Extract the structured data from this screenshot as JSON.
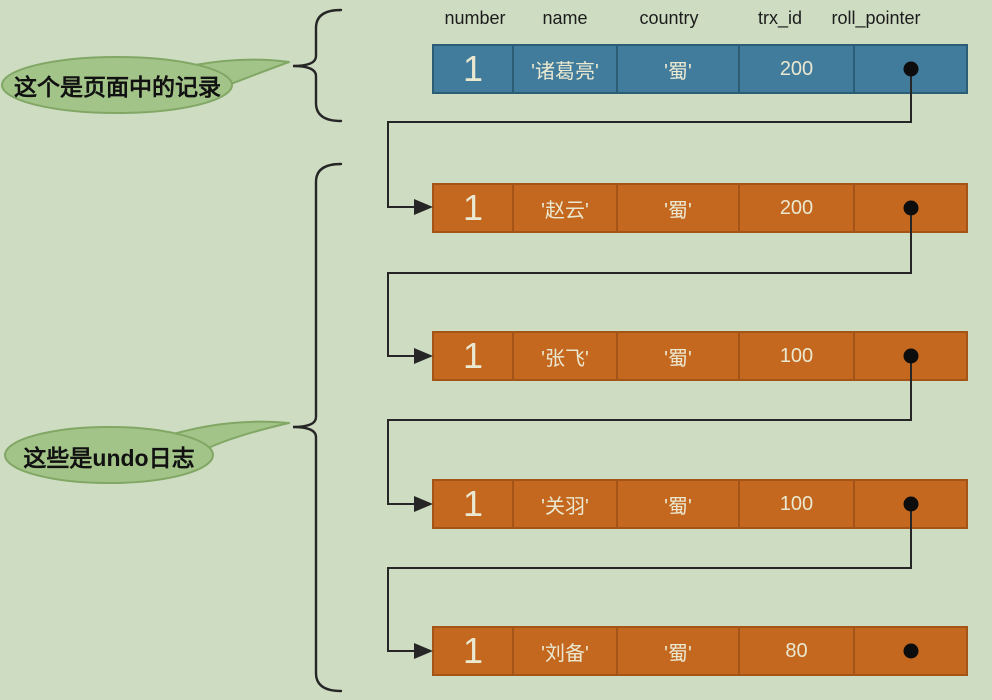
{
  "diagram": {
    "title_semantics": "MySQL record version chain with undo logs",
    "headers": [
      "number",
      "name",
      "country",
      "trx_id",
      "roll_pointer"
    ],
    "page_record": {
      "number": "1",
      "name": "'诸葛亮'",
      "country": "'蜀'",
      "trx_id": "200",
      "roll_pointer": "dot"
    },
    "undo_logs": [
      {
        "number": "1",
        "name": "'赵云'",
        "country": "'蜀'",
        "trx_id": "200",
        "roll_pointer": "dot"
      },
      {
        "number": "1",
        "name": "'张飞'",
        "country": "'蜀'",
        "trx_id": "100",
        "roll_pointer": "dot"
      },
      {
        "number": "1",
        "name": "'关羽'",
        "country": "'蜀'",
        "trx_id": "100",
        "roll_pointer": "dot"
      },
      {
        "number": "1",
        "name": "'刘备'",
        "country": "'蜀'",
        "trx_id": "80",
        "roll_pointer": "dot"
      }
    ],
    "callouts": {
      "page_record": "这个是页面中的记录",
      "undo_logs": "这些是undo日志"
    },
    "colors": {
      "background": "#cedcc2",
      "page_record_fill": "#417c9c",
      "page_record_border": "#2b5d77",
      "undo_fill": "#c5681f",
      "undo_border": "#a55417",
      "bubble_fill": "#a3c488",
      "bubble_border": "#81a765",
      "cell_text": "#eae8d0",
      "line": "#262626",
      "header_text": "#1c1c1c"
    }
  }
}
